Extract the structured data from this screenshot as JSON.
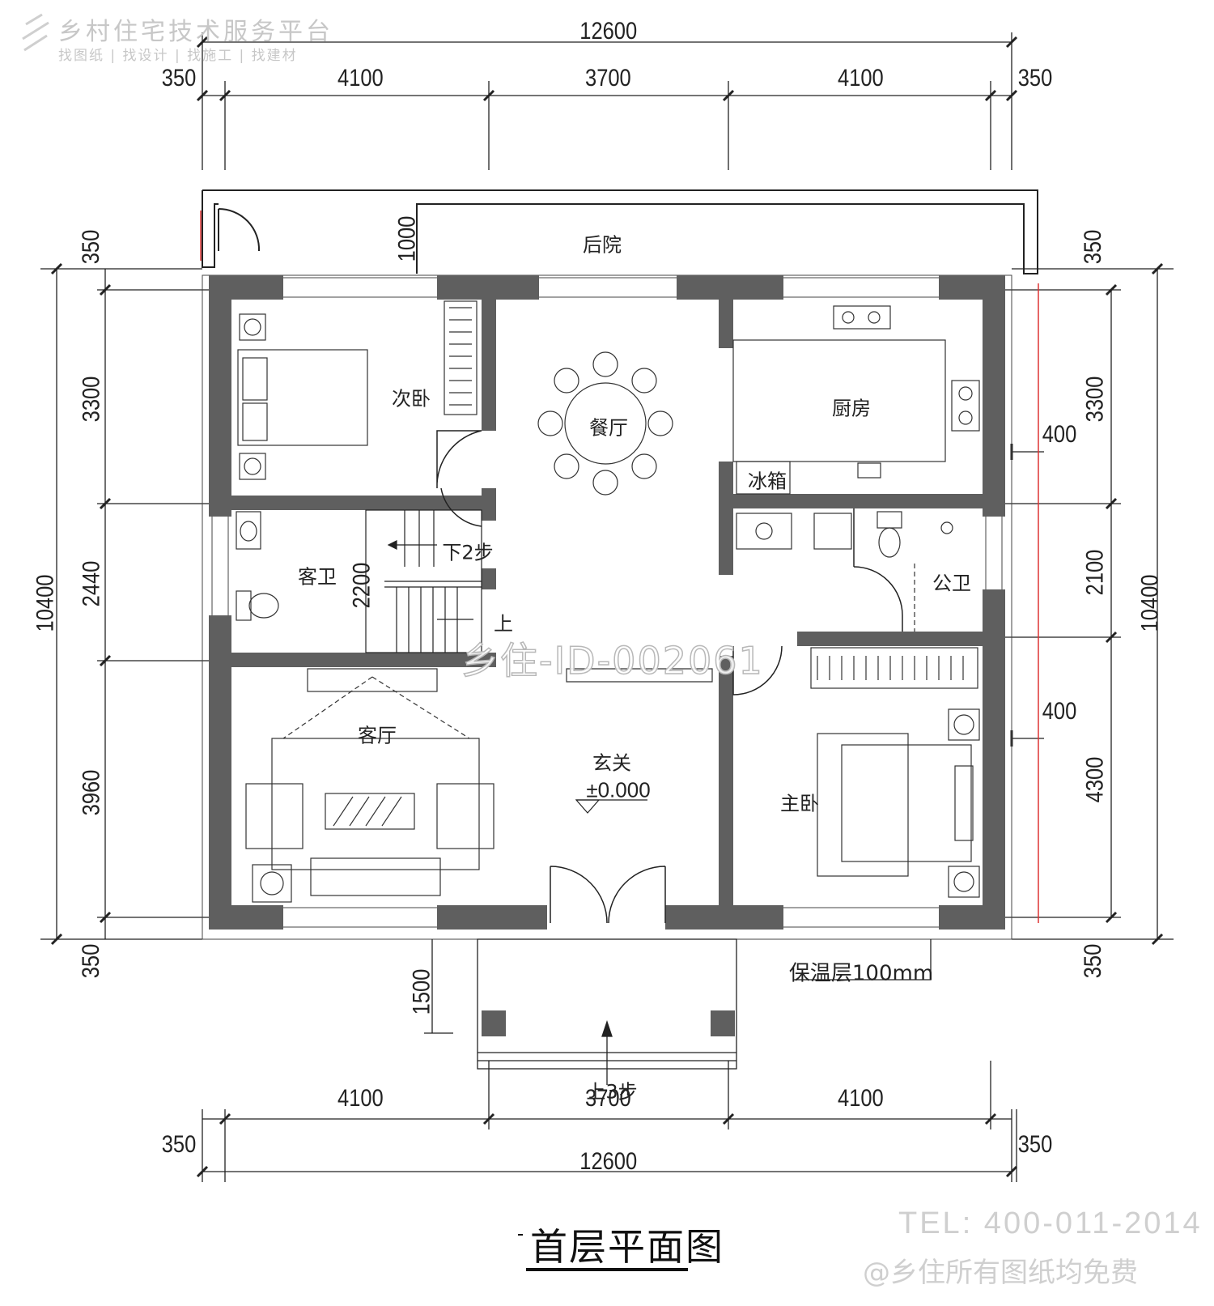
{
  "brand": {
    "title": "乡村住宅技术服务平台",
    "subtitle": "找图纸 | 找设计 | 找施工 | 找建材"
  },
  "dimensions": {
    "top_total": "12600",
    "top_left_margin": "350",
    "top_right_margin": "350",
    "top_seg_1": "4100",
    "top_seg_2": "3700",
    "top_seg_3": "4100",
    "bottom_seg_1": "4100",
    "bottom_seg_2": "3700",
    "bottom_seg_3": "4100",
    "bottom_left_margin": "350",
    "bottom_right_margin": "350",
    "bottom_total": "12600",
    "left_top_margin": "350",
    "left_backyard": "1000",
    "left_seg_1": "3300",
    "left_seg_2": "2440",
    "left_seg_3": "3960",
    "left_total": "10400",
    "left_bottom_margin": "350",
    "right_top_margin": "350",
    "right_seg_1": "3300",
    "right_seg_2": "2100",
    "right_seg_3": "4300",
    "right_total": "10400",
    "right_bottom_margin": "350",
    "right_window_1": "400",
    "right_window_2": "400",
    "stair_width": "2200",
    "porch_depth": "1500"
  },
  "rooms": {
    "backyard": "后院",
    "second_bedroom": "次卧",
    "dining": "餐厅",
    "kitchen": "厨房",
    "fridge": "冰箱",
    "guest_bath": "客卫",
    "down_steps": "下2步",
    "up": "上",
    "public_bath": "公卫",
    "living": "客厅",
    "foyer": "玄关",
    "elevation": "±0.000",
    "master_bedroom": "主卧",
    "insulation": "保温层100mm",
    "up_steps": "上3步"
  },
  "watermark": "乡住-ID-002061",
  "drawing_title": "首层平面图",
  "footer": {
    "tel": "TEL: 400-011-2014",
    "note": "@乡住所有图纸均免费"
  }
}
